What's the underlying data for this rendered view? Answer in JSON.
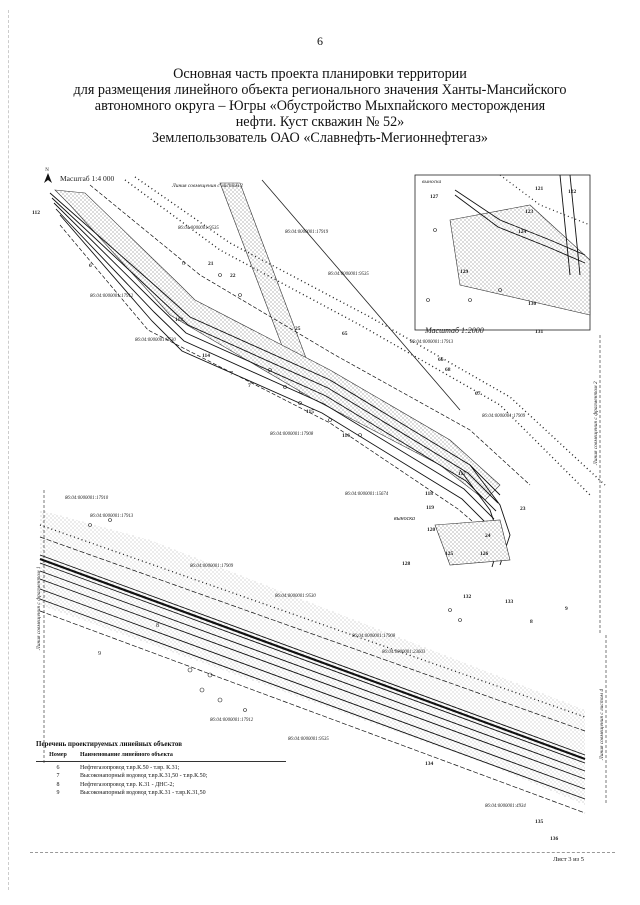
{
  "page": {
    "number": "6"
  },
  "title": {
    "lines": [
      "Основная часть проекта планировки территории",
      "для размещения линейного объекта регионального значения Ханты-Мансийского",
      "автономного округа – Югры «Обустройство Мыхпайского месторождения",
      "нефти. Куст скважин № 52»",
      "Землепользователь ОАО «Славнефть-Мегионнефтегаз»"
    ]
  },
  "map": {
    "north": "N",
    "scale_main": "Масштаб 1:4 000",
    "scale_inset": "Масштаб 1:2000",
    "match_lines": {
      "top": "Линия совмещения с листом 2",
      "right_upper": "Линия совмещения с фрагментом 2",
      "left": "Линия совмещения с фрагментом 1",
      "right_lower": "Линия совмещения с листом 4"
    },
    "callouts": {
      "inset": "выноска",
      "main": "выноска"
    },
    "cadastral": [
      "86:04:0000001:9535",
      "86:04:0000001:17919",
      "86:04:0000001:17912",
      "86:04:0000001:9530",
      "86:04:0000001:17913",
      "86:04:0000001:17908",
      "86:04:0000001:17909",
      "86:04:0000001:15674",
      "86:04:0000001:17910",
      "86:04:0000001:17913",
      "86:04:0000001:17909",
      "86:04:0000001:9530",
      "86:04:0000001:17908",
      "86:04:0000001:23603",
      "86:04:0000001:17912",
      "86:04:0000001:9535",
      "86:04:0000001:4934",
      "86:04:0000001:9535"
    ],
    "point_labels": [
      "112",
      "6",
      "113",
      "114",
      "115",
      "116",
      "117",
      "118",
      "119",
      "120",
      "121",
      "122",
      "123",
      "124",
      "125",
      "126",
      "127",
      "128",
      "129",
      "130",
      "131",
      "132",
      "133",
      "134",
      "135",
      "136",
      "65",
      "66",
      "67",
      "68",
      "7",
      "8",
      "9",
      "21",
      "22",
      "23",
      "24",
      "25"
    ],
    "pipe_labels": [
      "6",
      "7",
      "8",
      "9"
    ]
  },
  "legend": {
    "title": "Перечень проектируемых линейных объектов",
    "columns": [
      "Номер",
      "Наименование линейного объекта"
    ],
    "rows": [
      {
        "num": "6",
        "name": "Нефтегазопровод т.вр.К.50 - т.вр. К.31;"
      },
      {
        "num": "7",
        "name": "Высоконапорный водовод т.вр.К.31,50 - т.вр.К.50;"
      },
      {
        "num": "8",
        "name": "Нефтегазопровод т.вр. К.31 - ДНС-2;"
      },
      {
        "num": "9",
        "name": "Высоконапорный водовод т.вр.К.31 - т.вр.К.31,50"
      }
    ]
  },
  "sheet": {
    "label": "Лист 3 из 5"
  }
}
